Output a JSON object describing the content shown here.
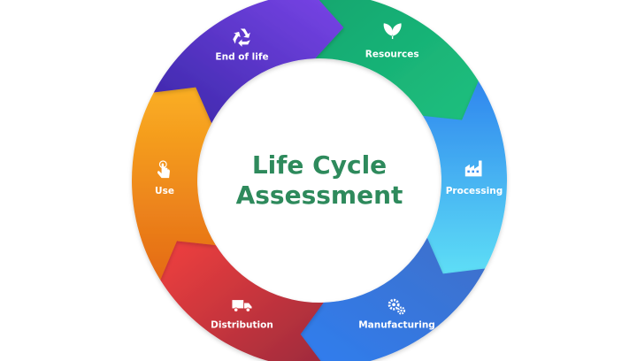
{
  "title": {
    "line1": "Life Cycle",
    "line2": "Assessment",
    "color": "#2e8a5c"
  },
  "stages": [
    {
      "id": "resources",
      "label": "Resources",
      "icon": "leaf-icon",
      "color_start": "#18b384",
      "color_end": "#1fb87a"
    },
    {
      "id": "processing",
      "label": "Processing",
      "icon": "factory-icon",
      "color_start": "#2f8ef0",
      "color_end": "#55d6f5"
    },
    {
      "id": "manufacturing",
      "label": "Manufacturing",
      "icon": "gears-icon",
      "color_start": "#1f5fb5",
      "color_end": "#3c7be0"
    },
    {
      "id": "distribution",
      "label": "Distribution",
      "icon": "truck-icon",
      "color_start": "#a6283a",
      "color_end": "#ef3a3f"
    },
    {
      "id": "use",
      "label": "Use",
      "icon": "hand-tap-icon",
      "color_start": "#e87a17",
      "color_end": "#f9a51f"
    },
    {
      "id": "end_of_life",
      "label": "End of life",
      "icon": "recycle-icon",
      "color_start": "#3b2bb5",
      "color_end": "#6a3ee0"
    }
  ]
}
